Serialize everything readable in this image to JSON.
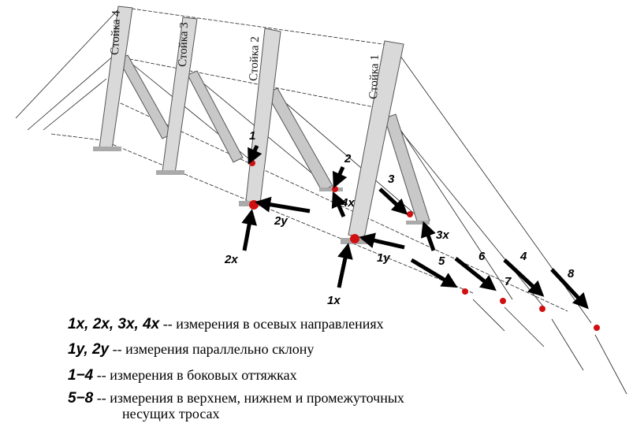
{
  "posts": [
    "Стойка 1",
    "Стойка 2",
    "Стойка 3",
    "Стойка 4"
  ],
  "markers": {
    "m1": "1",
    "m2": "2",
    "m3": "3",
    "m4": "4",
    "m5": "5",
    "m6": "6",
    "m7": "7",
    "m8": "8",
    "x1": "1x",
    "x2": "2x",
    "x3": "3x",
    "x4": "4x",
    "y1": "1y",
    "y2": "2y"
  },
  "legend": [
    {
      "key": "1x, 2x, 3x, 4x",
      "text": "-- измерения в осевых направлениях"
    },
    {
      "key": "1y, 2y",
      "text": "-- измерения параллельно склону"
    },
    {
      "key": "1−4",
      "text": "-- измерения в боковых оттяжках"
    },
    {
      "key": "5−8",
      "text": "-- измерения в верхнем, нижнем и промежуточных"
    },
    {
      "key": "",
      "text": "несущих тросах"
    }
  ],
  "colors": {
    "sensor": "#d01010",
    "steel": "#d9d9d9"
  }
}
